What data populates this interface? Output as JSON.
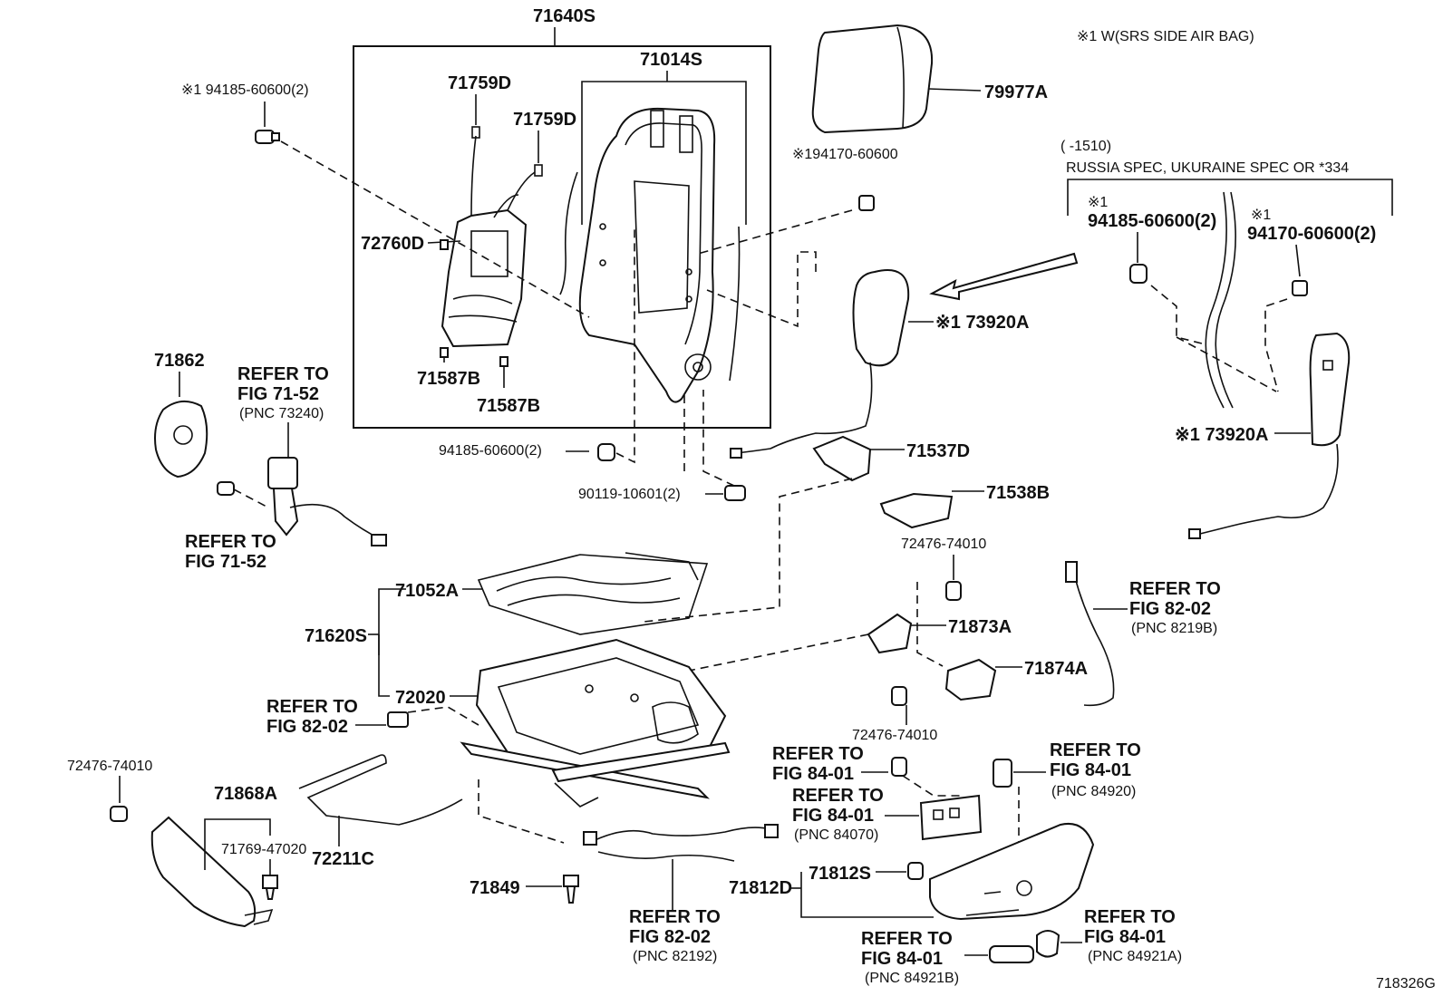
{
  "figure_code": "718326G",
  "note_top": "※1 W(SRS SIDE AIR BAG)",
  "inset": {
    "period": "(      -1510)",
    "condition": "RUSSIA SPEC, UKURAINE SPEC OR *334",
    "mark_a": "※1",
    "part_a": "94185-60600(2)",
    "mark_b": "※1",
    "part_b": "94170-60600(2)",
    "airbag": "※1 73920A"
  },
  "back_assembly": {
    "main": "71640S",
    "frame": "71014S",
    "wire_a": "71759D",
    "wire_b": "71759D",
    "lumbar": "72760D",
    "clip_a": "71587B",
    "clip_b": "71587B"
  },
  "labels": {
    "p79977a": "79977A",
    "p94185_top": "※1 94185-60600(2)",
    "p94170_mid": "※194170-60600",
    "p73920a_main": "※1 73920A",
    "p71862": "71862",
    "ref_belt_1": "REFER TO",
    "ref_belt_2": "FIG 71-52",
    "ref_belt_3": "(PNC 73240)",
    "ref_belt_b1": "REFER TO",
    "ref_belt_b2": "FIG 71-52",
    "p94185_mid": "94185-60600(2)",
    "p90119": "90119-10601(2)",
    "p71537d": "71537D",
    "p71538b": "71538B",
    "p72476_r1": "72476-74010",
    "p71873a": "71873A",
    "p71874a": "71874A",
    "p72476_r2": "72476-74010",
    "ref_8202r_1": "REFER TO",
    "ref_8202r_2": "FIG 82-02",
    "ref_8202r_3": "(PNC 8219B)",
    "p71052a": "71052A",
    "p71620s": "71620S",
    "p72020": "72020",
    "ref_8202l_1": "REFER TO",
    "ref_8202l_2": "FIG 82-02",
    "p72476_l": "72476-74010",
    "p71868a": "71868A",
    "p71769": "71769-47020",
    "p72211c": "72211C",
    "p71849": "71849",
    "ref_82192_1": "REFER TO",
    "ref_82192_2": "FIG 82-02",
    "ref_82192_3": "(PNC 82192)",
    "ref_8401a_1": "REFER TO",
    "ref_8401a_2": "FIG 84-01",
    "ref_8401b_1": "REFER TO",
    "ref_8401b_2": "FIG 84-01",
    "ref_8401b_3": "(PNC 84070)",
    "ref_84920_1": "REFER TO",
    "ref_84920_2": "FIG 84-01",
    "ref_84920_3": "(PNC 84920)",
    "p71812s": "71812S",
    "p71812d": "71812D",
    "ref_84921b_1": "REFER TO",
    "ref_84921b_2": "FIG 84-01",
    "ref_84921b_3": "(PNC 84921B)",
    "ref_84921a_1": "REFER TO",
    "ref_84921a_2": "FIG 84-01",
    "ref_84921a_3": "(PNC 84921A)"
  }
}
